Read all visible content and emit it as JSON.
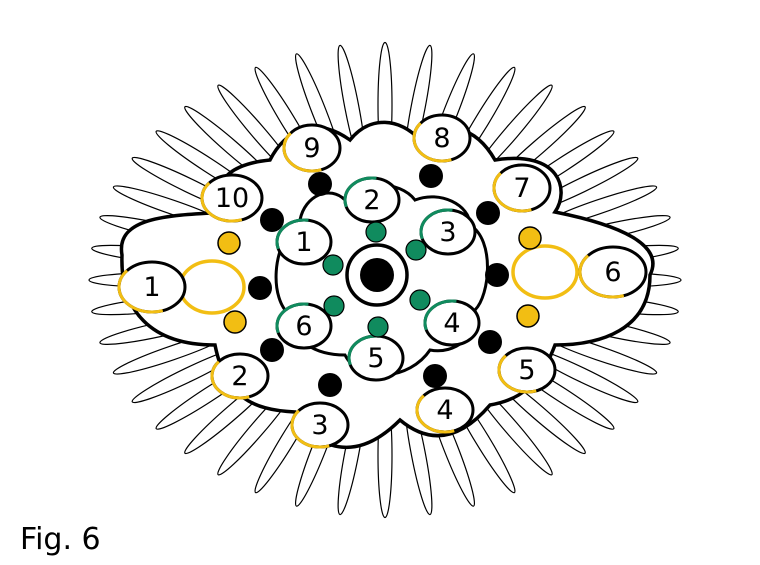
{
  "caption": "Fig. 6",
  "colors": {
    "outline": "#000000",
    "yellow": "#f2be13",
    "green": "#108b5e",
    "fill": "#ffffff"
  },
  "outer_labels": [
    "1",
    "2",
    "3",
    "4",
    "5",
    "6",
    "7",
    "8",
    "9",
    "10"
  ],
  "inner_labels": [
    "1",
    "2",
    "3",
    "4",
    "5",
    "6"
  ]
}
